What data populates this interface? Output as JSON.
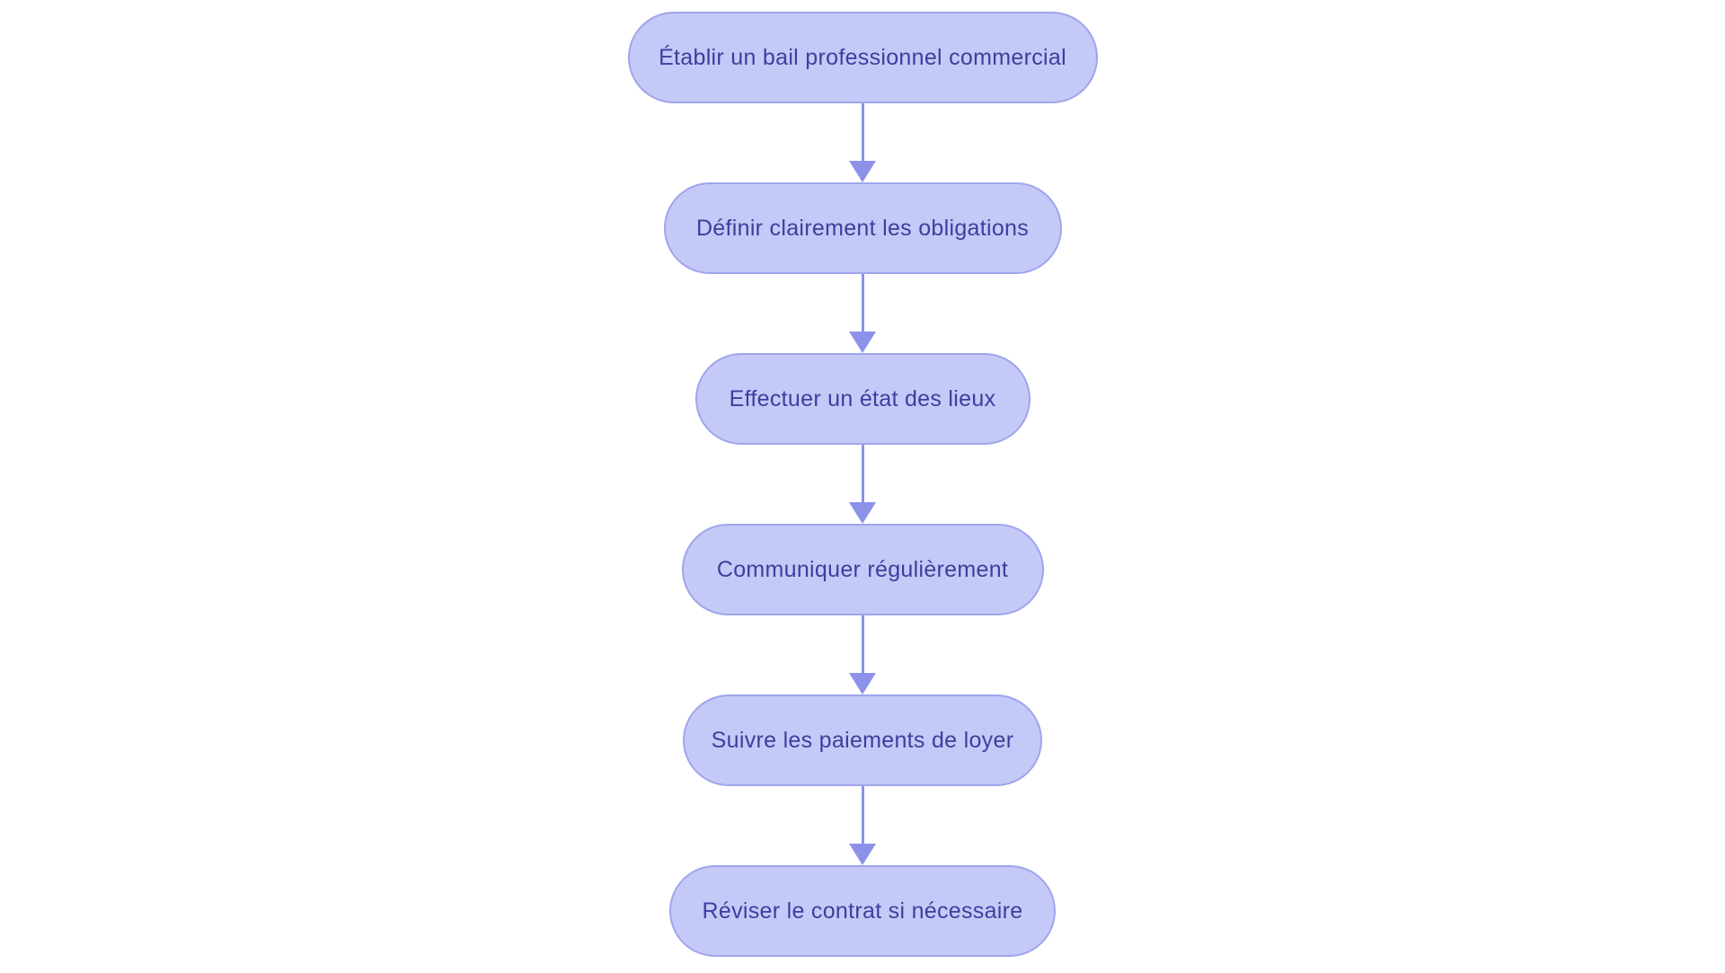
{
  "diagram": {
    "type": "flowchart",
    "direction": "top-down",
    "nodes": [
      {
        "id": "n1",
        "shape": "pill",
        "label": "Établir un bail professionnel commercial"
      },
      {
        "id": "n2",
        "shape": "pill",
        "label": "Définir clairement les obligations"
      },
      {
        "id": "n3",
        "shape": "pill",
        "label": "Effectuer un état des lieux"
      },
      {
        "id": "n4",
        "shape": "pill",
        "label": "Communiquer régulièrement"
      },
      {
        "id": "n5",
        "shape": "pill",
        "label": "Suivre les paiements de loyer"
      },
      {
        "id": "n6",
        "shape": "pill",
        "label": "Réviser le contrat si nécessaire"
      }
    ],
    "edges": [
      {
        "from": "n1",
        "to": "n2",
        "style": "arrow"
      },
      {
        "from": "n2",
        "to": "n3",
        "style": "arrow"
      },
      {
        "from": "n3",
        "to": "n4",
        "style": "arrow"
      },
      {
        "from": "n4",
        "to": "n5",
        "style": "arrow"
      },
      {
        "from": "n5",
        "to": "n6",
        "style": "arrow"
      }
    ],
    "colors": {
      "node_fill": "#c5c9f7",
      "node_border": "#9fa5ec",
      "node_text": "#3e3e9e",
      "arrow": "#8b92e8",
      "background": "#ffffff"
    }
  }
}
